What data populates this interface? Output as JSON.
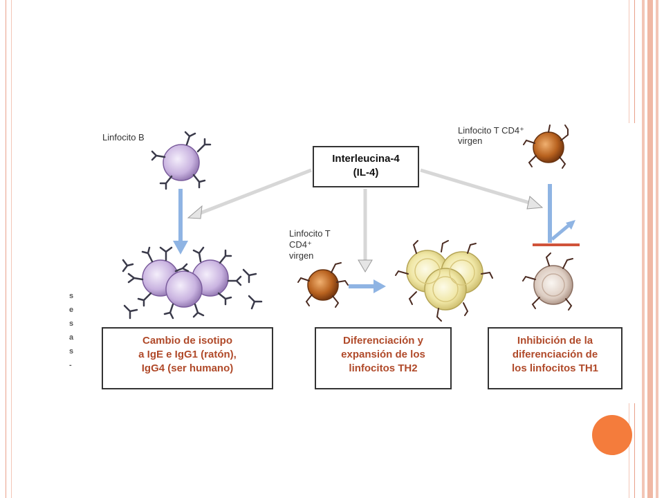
{
  "diagram": {
    "center_label_line1": "Interleucina-4",
    "center_label_line2": "(IL-4)",
    "b_cell_label": "Linfocito B",
    "t_naive_right_line1": "Linfocito T CD4⁺",
    "t_naive_right_line2": "virgen",
    "t_naive_middle_line1": "Linfocito T",
    "t_naive_middle_line2": "CD4⁺",
    "t_naive_middle_line3": "virgen",
    "outcome_left": [
      "Cambio de isotipo",
      "a IgE e IgG1 (ratón),",
      "IgG4 (ser humano)"
    ],
    "outcome_middle": [
      "Diferenciación y",
      "expansión de los",
      "linfocitos TH2"
    ],
    "outcome_right": [
      "Inhibición de la",
      "diferenciación de",
      "los linfocitos TH1"
    ],
    "margin_fragments": [
      "s",
      "e",
      "s",
      "a",
      "s",
      "-"
    ]
  },
  "colors": {
    "accent_orange": "#f47c3c",
    "frame": "#e9a089",
    "outcome_text": "#b04a2a",
    "b_cell": "#c9b3e0",
    "t_cell": "#b8621f",
    "th2_cell": "#f0e7a6",
    "blue_arrow": "#8fb4e3"
  }
}
